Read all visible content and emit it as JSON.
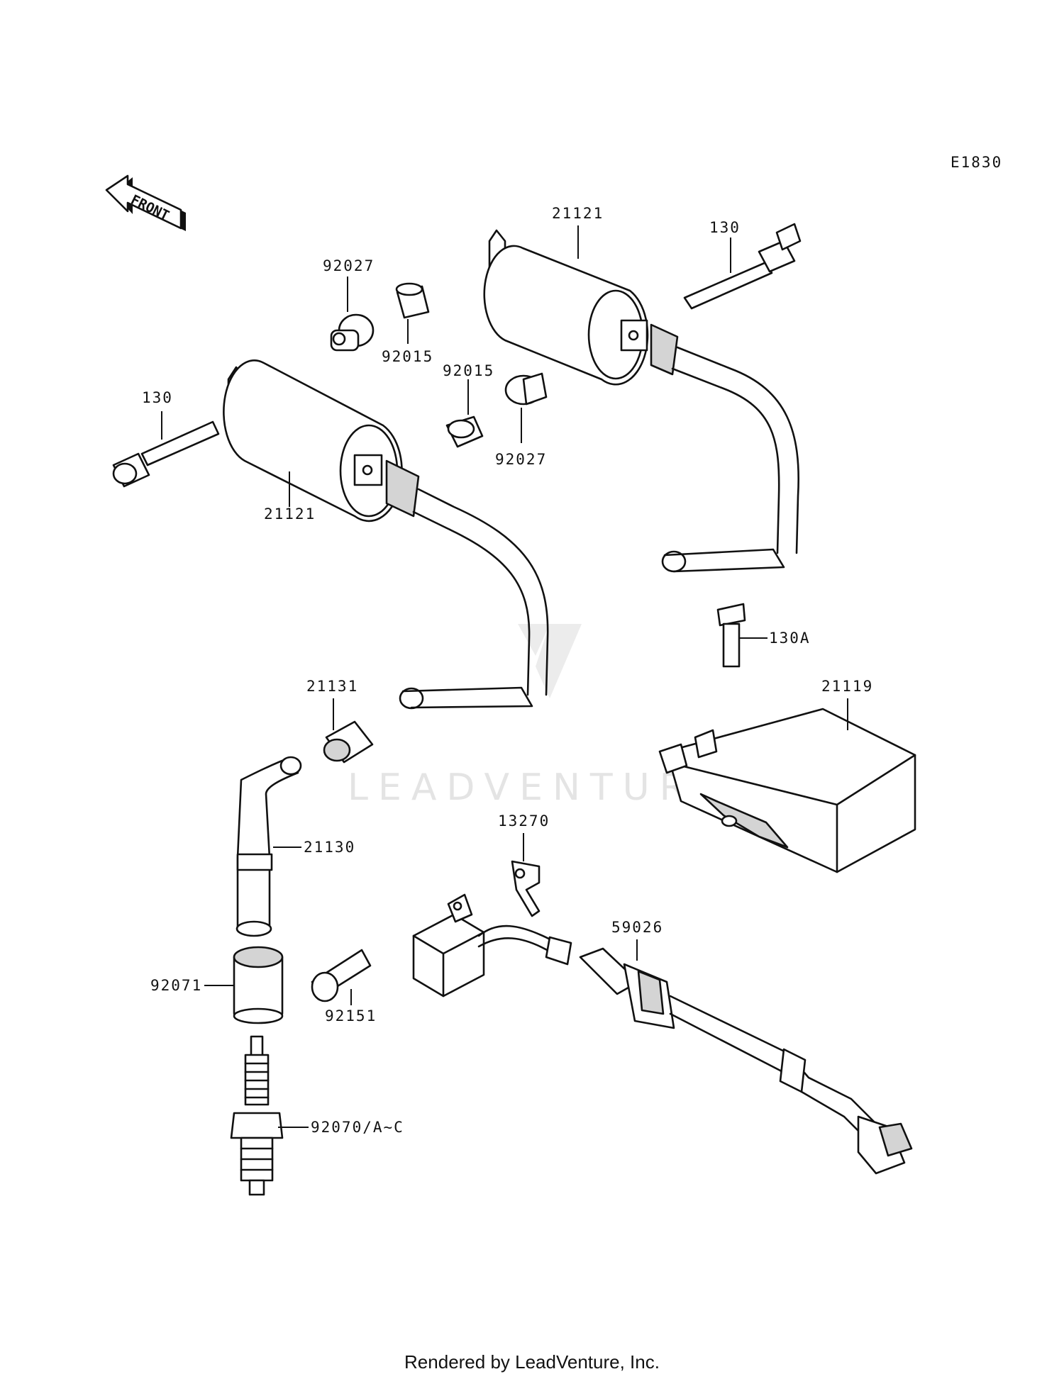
{
  "diagram_code": "E1830",
  "front_label": "FRONT",
  "watermark": "LEADVENTURE",
  "footer": "Rendered by LeadVenture, Inc.",
  "callouts": {
    "coil_top": "21121",
    "bolt_top": "130",
    "washer_left": "92027",
    "collar_left": "92015",
    "collar_mid": "92015",
    "washer_mid": "92027",
    "bolt_left": "130",
    "coil_left": "21121",
    "bolt_igniter": "130A",
    "igniter": "21119",
    "seal": "21131",
    "cap": "21130",
    "bracket": "13270",
    "clamp": "59026",
    "boot": "92071",
    "screw": "92151",
    "plug": "92070/A~C"
  }
}
